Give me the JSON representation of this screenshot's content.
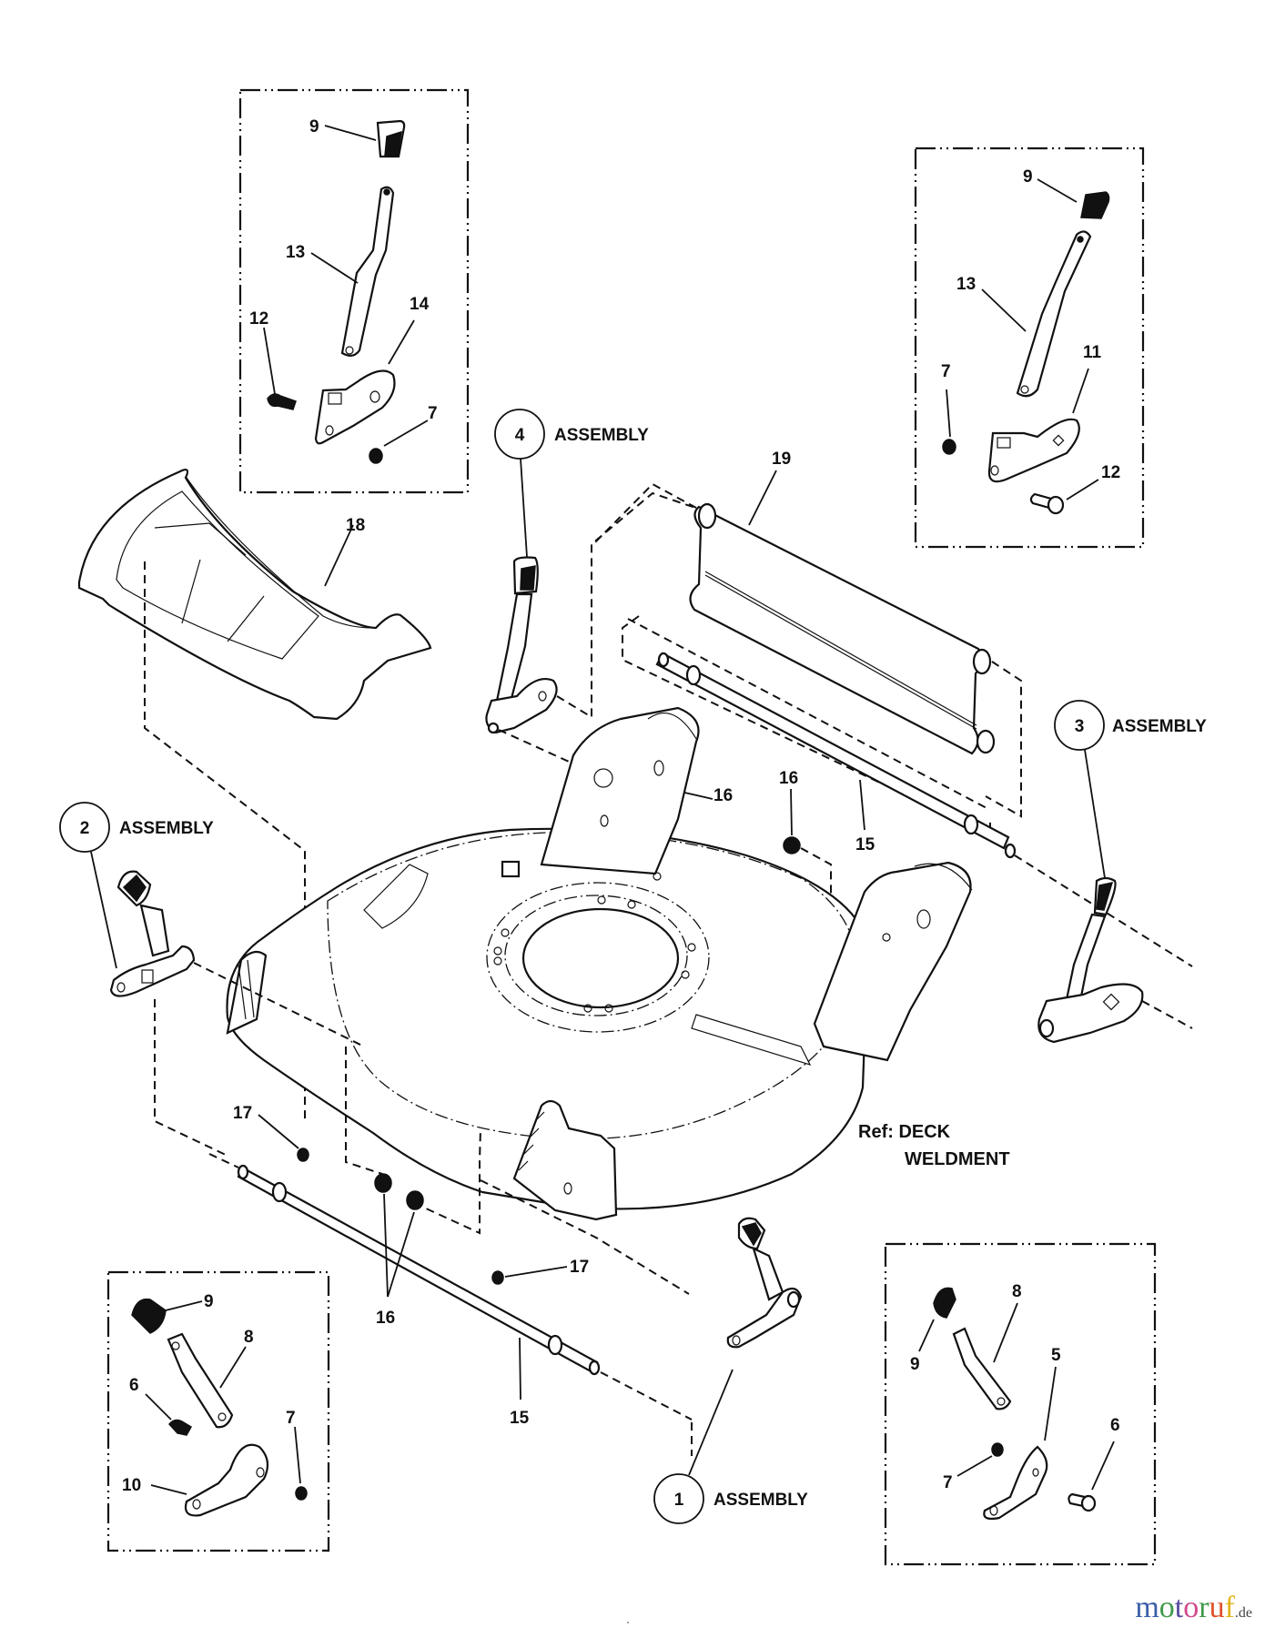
{
  "diagram": {
    "title": "Mower deck height adjusters exploded parts diagram",
    "reference_note": {
      "line1": "Ref: DECK",
      "line2": "WELDMENT"
    },
    "assemblies": [
      {
        "number": "1",
        "label": "ASSEMBLY"
      },
      {
        "number": "2",
        "label": "ASSEMBLY"
      },
      {
        "number": "3",
        "label": "ASSEMBLY"
      },
      {
        "number": "4",
        "label": "ASSEMBLY"
      }
    ],
    "detail_boxes": {
      "top_left": {
        "labels": [
          "9",
          "13",
          "12",
          "14",
          "7"
        ]
      },
      "top_right": {
        "labels": [
          "9",
          "13",
          "11",
          "7",
          "12"
        ]
      },
      "bottom_left": {
        "labels": [
          "9",
          "8",
          "6",
          "7",
          "10"
        ]
      },
      "bottom_right": {
        "labels": [
          "8",
          "9",
          "5",
          "6",
          "7"
        ]
      }
    },
    "main_labels": {
      "rear_flap": "18",
      "rear_shield": "19",
      "upper_axle": "15",
      "upper_nut_a": "16",
      "upper_nut_b": "16",
      "lower_axle": "15",
      "lower_nuts": "16",
      "screw_a": "17",
      "screw_b": "17"
    }
  },
  "watermark": {
    "letters": [
      {
        "ch": "m",
        "color": "#3a5ea8"
      },
      {
        "ch": "o",
        "color": "#3f9a4a"
      },
      {
        "ch": "t",
        "color": "#5a4aa0"
      },
      {
        "ch": "o",
        "color": "#d04a8a"
      },
      {
        "ch": "r",
        "color": "#3f9a4a"
      },
      {
        "ch": "u",
        "color": "#e0502a"
      },
      {
        "ch": "f",
        "color": "#e3b520"
      }
    ],
    "suffix": ".de"
  }
}
